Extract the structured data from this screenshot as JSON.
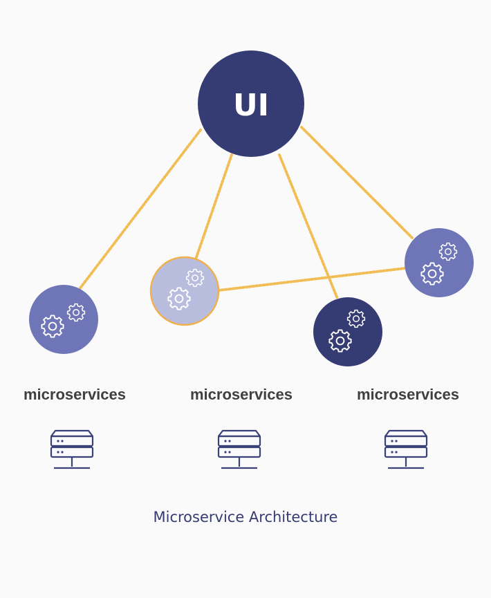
{
  "center_node": {
    "label": "UI",
    "color": "#353c73"
  },
  "service_nodes": [
    {
      "icon": "gears-icon",
      "color": "#6f76b7"
    },
    {
      "icon": "gears-icon",
      "color": "#b9bddd",
      "border_color": "#f0b04e"
    },
    {
      "icon": "gears-icon",
      "color": "#353c73"
    },
    {
      "icon": "gears-icon",
      "color": "#6f76b7"
    }
  ],
  "connector_color": "#f2bd55",
  "services": [
    {
      "label": "microservices",
      "icon": "server-icon"
    },
    {
      "label": "microservices",
      "icon": "server-icon"
    },
    {
      "label": "microservices",
      "icon": "server-icon"
    }
  ],
  "caption": "Microservice Architecture"
}
